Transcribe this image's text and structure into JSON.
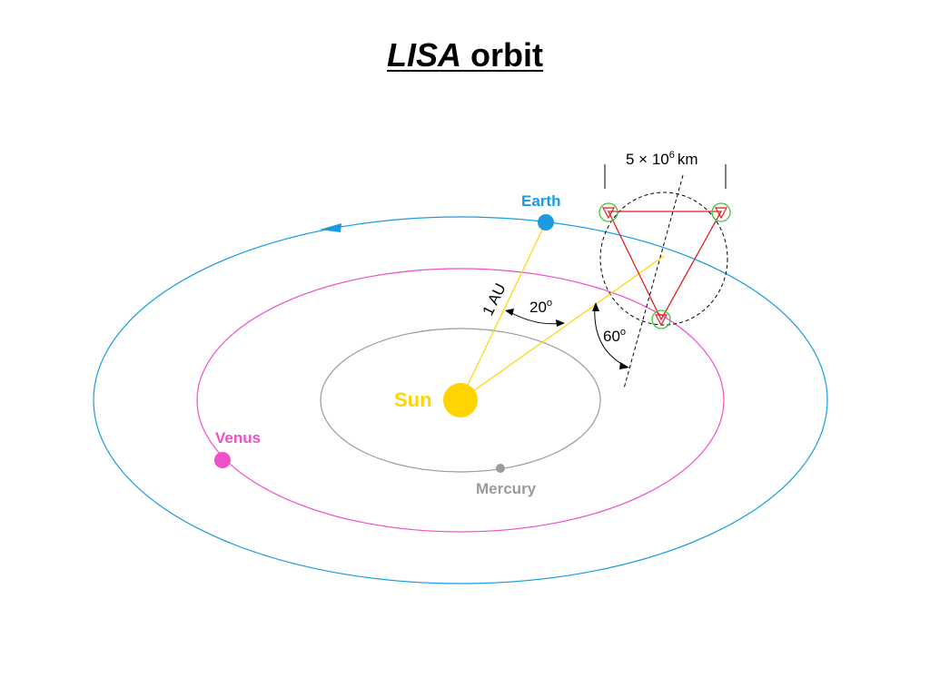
{
  "title": {
    "italic": "LISA",
    "rest": " orbit"
  },
  "labels": {
    "earth": "Earth",
    "sun": "Sun",
    "venus": "Venus",
    "mercury": "Mercury",
    "distance": "1 AU",
    "angle_trailing": "20",
    "angle_tilt": "60",
    "degree_mark": "o",
    "separation_prefix": "5 × 10",
    "separation_exponent": "6",
    "separation_unit": "km"
  },
  "colors": {
    "earth": "#1a9be0",
    "venus": "#f04fc8",
    "mercury": "#9a9a9a",
    "sun": "#ffd400",
    "lisa_triangle": "#e02020",
    "spacecraft": "#3cc03c",
    "sight_lines": "#ffd400"
  }
}
